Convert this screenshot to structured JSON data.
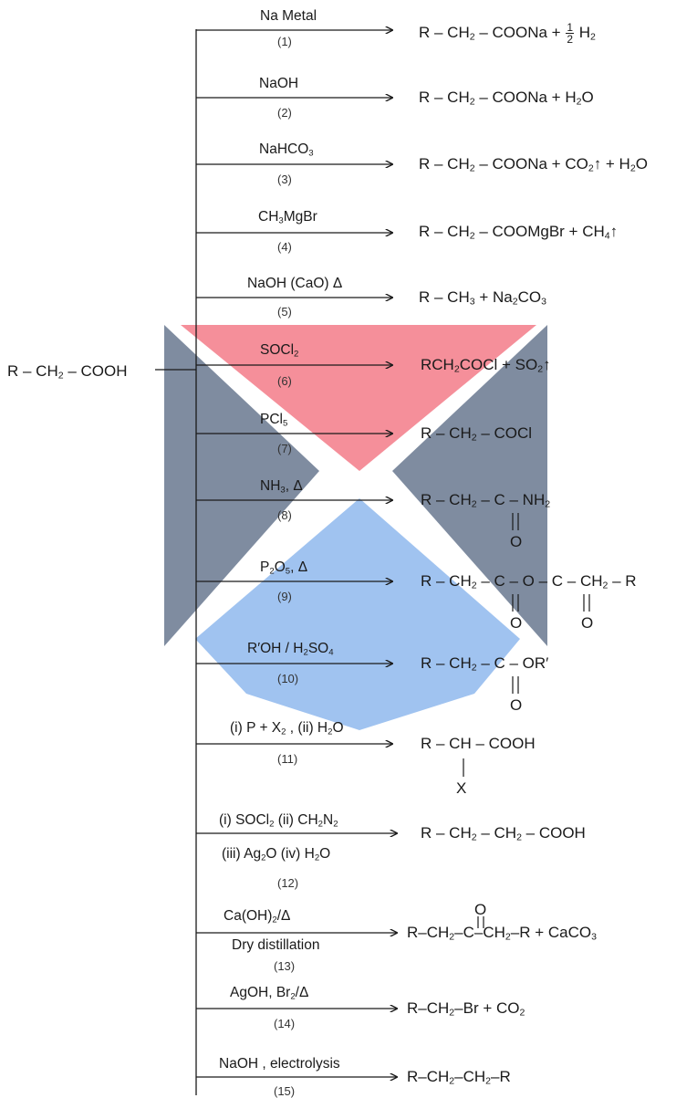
{
  "reactant": "R – CH₂ – COOH",
  "reactions": [
    {
      "reagent": "Na Metal",
      "step": "(1)",
      "product": "R – CH₂ – COONa + ½ H₂"
    },
    {
      "reagent": "NaOH",
      "step": "(2)",
      "product": "R – CH₂ – COONa + H₂O"
    },
    {
      "reagent": "NaHCO₃",
      "step": "(3)",
      "product": "R – CH₂ – COONa + CO₂↑ + H₂O"
    },
    {
      "reagent": "CH₃MgBr",
      "step": "(4)",
      "product": "R – CH₂ – COOMgBr + CH₄↑"
    },
    {
      "reagent": "NaOH (CaO) Δ",
      "step": "(5)",
      "product": "R – CH₃ + Na₂CO₃"
    },
    {
      "reagent": "SOCl₂",
      "step": "(6)",
      "product": "RCH₂COCl + SO₂↑"
    },
    {
      "reagent": "PCl₅",
      "step": "(7)",
      "product": "R – CH₂ – COCl"
    },
    {
      "reagent": "NH₃, Δ",
      "step": "(8)",
      "product": "R – CH₂ – C(=O) – NH₂"
    },
    {
      "reagent": "P₂O₅, Δ",
      "step": "(9)",
      "product": "R – CH₂ – C(=O) – O – C(=O) – CH₂ – R"
    },
    {
      "reagent": "R′OH / H₂SO₄",
      "step": "(10)",
      "product": "R – CH₂ – C(=O) – OR′"
    },
    {
      "reagent": "(i) P + X₂ , (ii) H₂O",
      "step": "(11)",
      "product": "R – CH(X) – COOH"
    },
    {
      "reagent": "(i) SOCl₂ (ii) CH₂N₂",
      "reagent_below": "(iii) Ag₂O (iv) H₂O",
      "step": "(12)",
      "product": "R – CH₂ – CH₂ – COOH"
    },
    {
      "reagent": "Ca(OH)₂/Δ",
      "reagent_below": "Dry distillation",
      "step": "(13)",
      "product": "R–CH₂–C(=O)–CH₂–R + CaCO₃"
    },
    {
      "reagent": "AgOH, Br₂/Δ",
      "step": "(14)",
      "product": "R–CH₂–Br + CO₂"
    },
    {
      "reagent": "NaOH , electrolysis",
      "step": "(15)",
      "product": "R–CH₂–CH₂–R"
    }
  ],
  "colors": {
    "ink": "#1a1a1a",
    "watermark_red": "#f4808d",
    "watermark_slate": "#6e7d94",
    "watermark_blue": "#93bbee"
  }
}
